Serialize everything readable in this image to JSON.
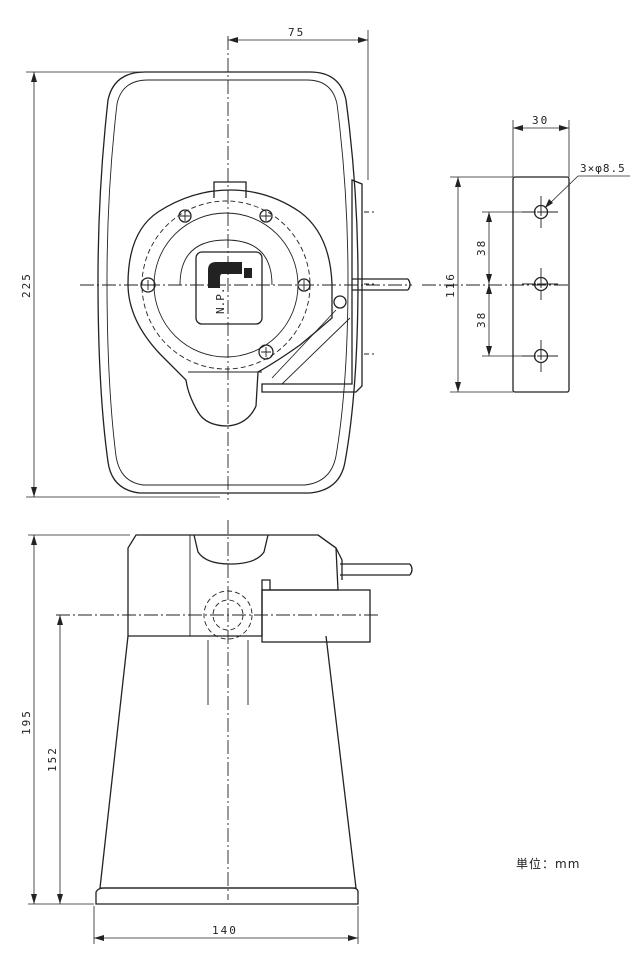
{
  "drawing": {
    "unit_label": "単位：mm",
    "front_view": {
      "dimensions": {
        "width_to_side": "75",
        "height": "225"
      },
      "nameplate_text": "N.P."
    },
    "bracket_view": {
      "dimensions": {
        "width": "30",
        "height": "116",
        "hole_pitch_upper": "38",
        "hole_pitch_lower": "38",
        "holes": "3×φ8.5"
      }
    },
    "side_view": {
      "dimensions": {
        "total_height": "195",
        "mount_height": "152",
        "mouth_width": "140"
      }
    }
  }
}
